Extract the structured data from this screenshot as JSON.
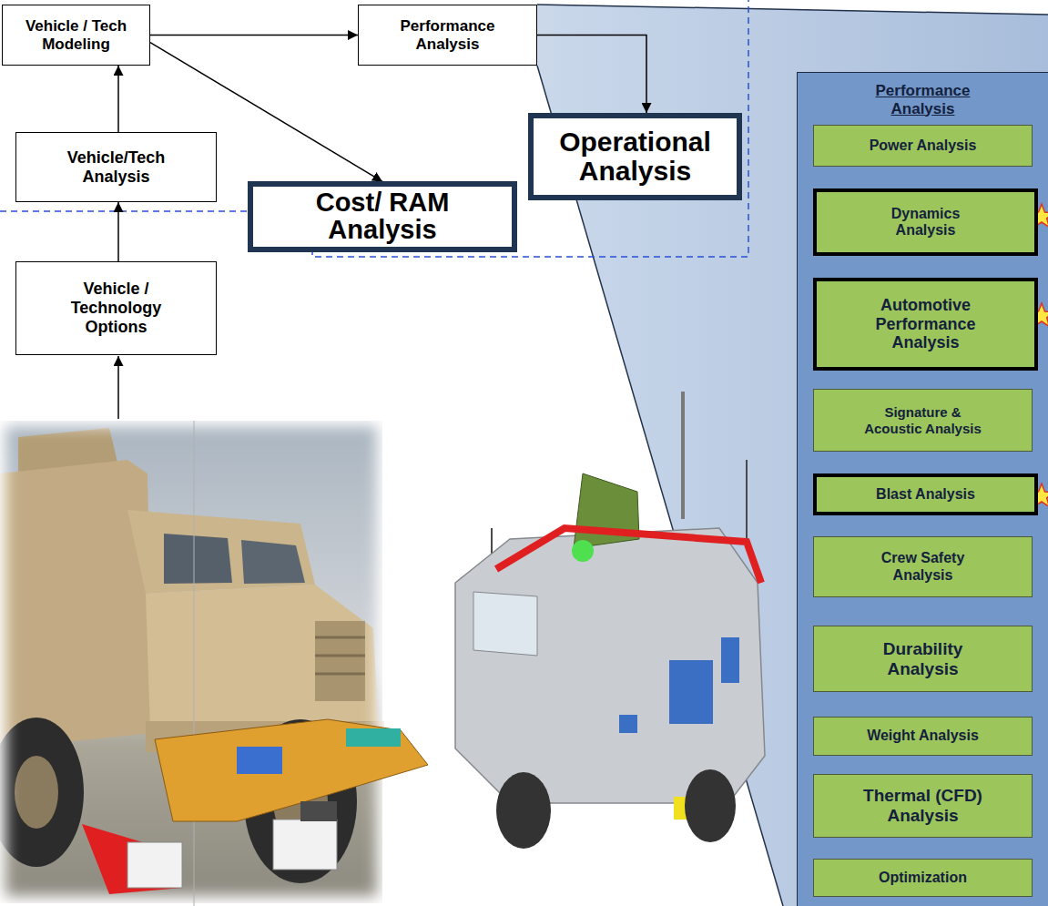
{
  "diagram": {
    "nodes": [
      {
        "text": [
          "Vehicle / Tech Modeling"
        ]
      },
      {
        "text": [
          "Performance Analysis"
        ]
      },
      {
        "text": [
          "Cost/ RAM Analysis"
        ]
      },
      {
        "text": [
          "Operational Analysis"
        ]
      },
      {
        "text": [
          "Vehicle/Tech Analysis"
        ]
      },
      {
        "text": [
          "Vehicle / Technology Options"
        ]
      },
      {
        "text": [
          "Performance Analysis"
        ]
      },
      {
        "text": [
          "Power Analysis"
        ],
        "in": 6
      },
      {
        "text": [
          "Dynamics Analysis"
        ],
        "in": 6
      },
      {
        "text": [
          "Automotive Performance Analysis"
        ],
        "in": 6
      },
      {
        "text": [
          "Signature & Acoustic Analysis"
        ],
        "in": 6
      },
      {
        "text": [
          "Blast Analysis"
        ],
        "in": 6
      },
      {
        "text": [
          "Crew Safety Analysis"
        ],
        "in": 6
      },
      {
        "text": [
          "Durability Analysis"
        ],
        "in": 6
      },
      {
        "text": [
          "Weight Analysis"
        ],
        "in": 6
      },
      {
        "text": [
          "Thermal (CFD) Analysis"
        ],
        "in": 6
      },
      {
        "text": [
          "Optimization"
        ],
        "in": 6
      }
    ],
    "edges": [
      {
        "from": 5,
        "to": 4,
        "arrow": "to"
      },
      {
        "from": 4,
        "to": 0,
        "arrow": "to"
      },
      {
        "from": 0,
        "to": 1,
        "arrow": "to"
      },
      {
        "from": 0,
        "to": 2,
        "arrow": "to"
      },
      {
        "from": 1,
        "to": 3,
        "arrow": "to"
      }
    ]
  }
}
